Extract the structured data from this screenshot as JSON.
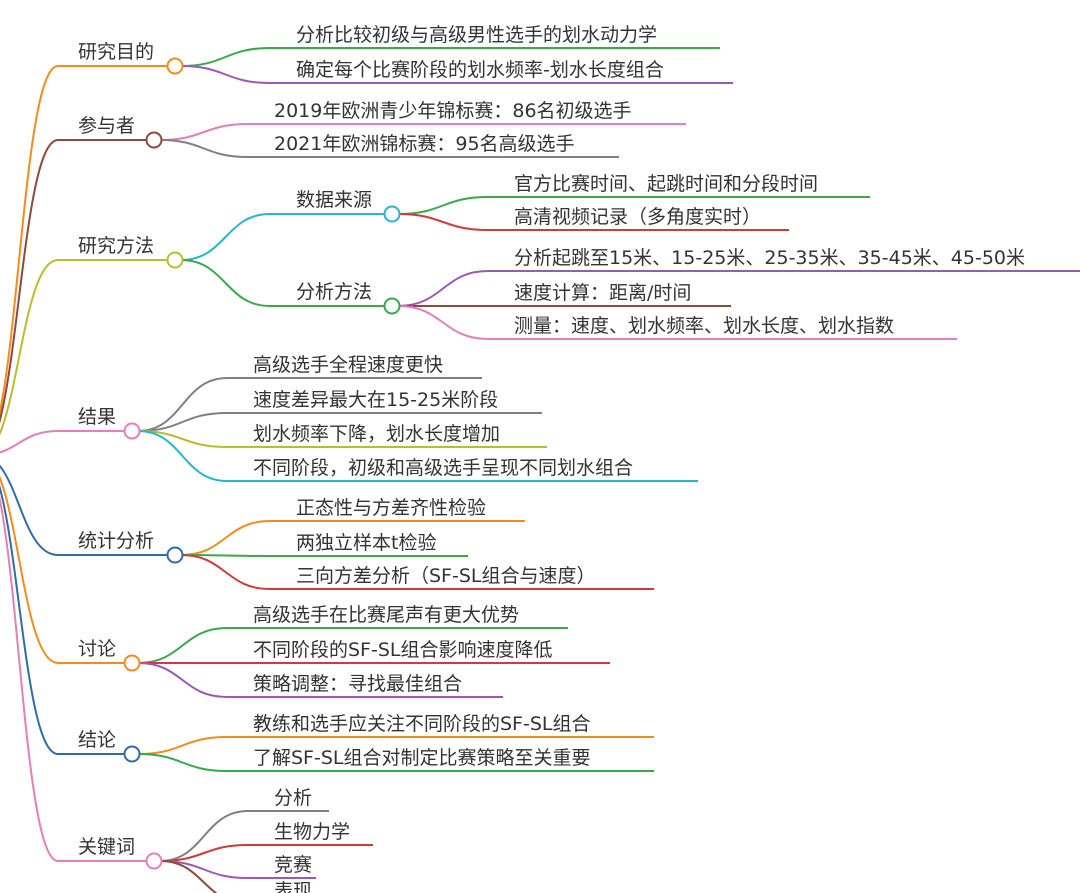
{
  "mindmap": {
    "branches": [
      {
        "label": "研究目的",
        "color": "#f58b1f",
        "children": [
          {
            "label": "分析比较初级与高级男性选手的划水动力学",
            "color": "#3aa84a"
          },
          {
            "label": "确定每个比赛阶段的划水频率-划水长度组合",
            "color": "#9b59b6"
          }
        ]
      },
      {
        "label": "参与者",
        "color": "#8b4a3c",
        "children": [
          {
            "label": "2019年欧洲青少年锦标赛：86名初级选手",
            "color": "#e57fb8"
          },
          {
            "label": "2021年欧洲锦标赛：95名高级选手",
            "color": "#808080"
          }
        ]
      },
      {
        "label": "研究方法",
        "color": "#b8bf2d",
        "children": [
          {
            "label": "数据来源",
            "color": "#27b6cf",
            "children": [
              {
                "label": "官方比赛时间、起跳时间和分段时间",
                "color": "#3aa84a"
              },
              {
                "label": "高清视频记录（多角度实时）",
                "color": "#d13a3a"
              }
            ]
          },
          {
            "label": "分析方法",
            "color": "#3aa84a",
            "children": [
              {
                "label": "分析起跳至15米、15-25米、25-35米、35-45米、45-50米",
                "color": "#9b59b6"
              },
              {
                "label": "速度计算：距离/时间",
                "color": "#8b4a3c"
              },
              {
                "label": "测量：速度、划水频率、划水长度、划水指数",
                "color": "#e57fb8"
              }
            ]
          }
        ]
      },
      {
        "label": "结果",
        "color": "#e57fb8",
        "children": [
          {
            "label": "高级选手全程速度更快",
            "color": "#808080"
          },
          {
            "label": "速度差异最大在15-25米阶段",
            "color": "#808080"
          },
          {
            "label": "划水频率下降，划水长度增加",
            "color": "#b8bf2d"
          },
          {
            "label": "不同阶段，初级和高级选手呈现不同划水组合",
            "color": "#27b6cf"
          }
        ]
      },
      {
        "label": "统计分析",
        "color": "#2f6ca8",
        "children": [
          {
            "label": "正态性与方差齐性检验",
            "color": "#f58b1f"
          },
          {
            "label": "两独立样本t检验",
            "color": "#3aa84a"
          },
          {
            "label": "三向方差分析（SF-SL组合与速度）",
            "color": "#d13a3a"
          }
        ]
      },
      {
        "label": "讨论",
        "color": "#f58b1f",
        "children": [
          {
            "label": "高级选手在比赛尾声有更大优势",
            "color": "#3aa84a"
          },
          {
            "label": "不同阶段的SF-SL组合影响速度降低",
            "color": "#d13a3a"
          },
          {
            "label": "策略调整：寻找最佳组合",
            "color": "#9b59b6"
          }
        ]
      },
      {
        "label": "结论",
        "color": "#2f6ca8",
        "children": [
          {
            "label": "教练和选手应关注不同阶段的SF-SL组合",
            "color": "#f58b1f"
          },
          {
            "label": "了解SF-SL组合对制定比赛策略至关重要",
            "color": "#3aa84a"
          }
        ]
      },
      {
        "label": "关键词",
        "color": "#e57fb8",
        "children": [
          {
            "label": "分析",
            "color": "#808080"
          },
          {
            "label": "生物力学",
            "color": "#d13a3a"
          },
          {
            "label": "竞赛",
            "color": "#9b59b6"
          },
          {
            "label": "表现",
            "color": "#8b4a3c"
          }
        ]
      }
    ]
  }
}
